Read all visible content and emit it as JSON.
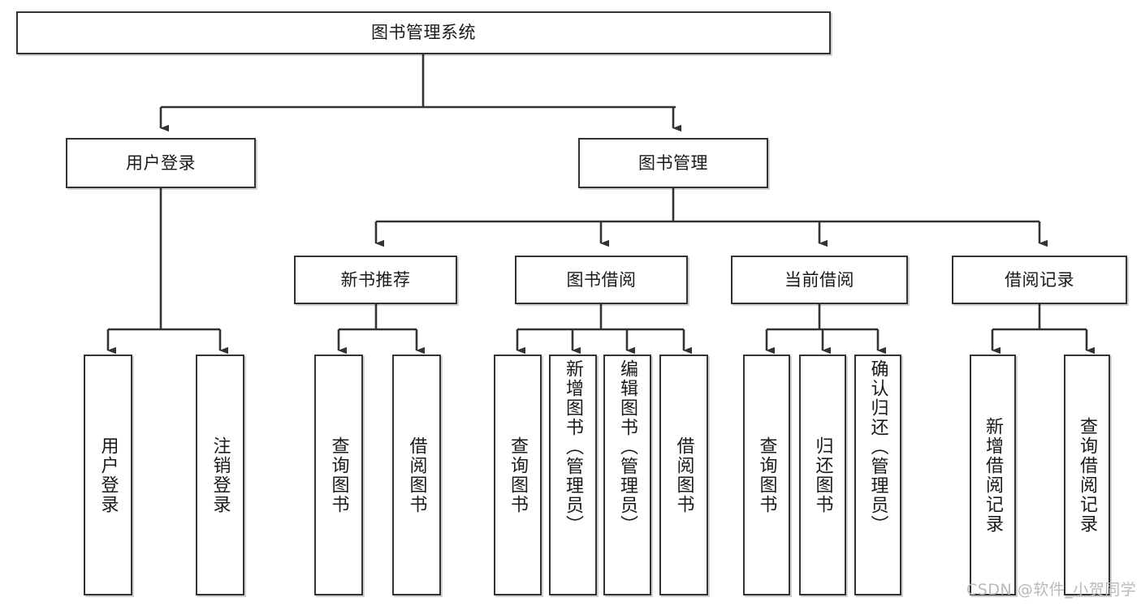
{
  "diagram": {
    "title": "图书管理系统",
    "type": "hierarchy-tree",
    "colors": {
      "box_border": "#333333",
      "box_fill": "#ffffff",
      "line": "#333333",
      "text": "#1a1a1a",
      "watermark": "#b9b9b9"
    },
    "levels": {
      "root": {
        "label": "图书管理系统"
      },
      "level2": [
        {
          "id": "user-login",
          "label": "用户登录"
        },
        {
          "id": "book-manage",
          "label": "图书管理"
        }
      ],
      "level3": [
        {
          "id": "new-book-recommend",
          "label": "新书推荐"
        },
        {
          "id": "book-borrow",
          "label": "图书借阅"
        },
        {
          "id": "current-borrow",
          "label": "当前借阅"
        },
        {
          "id": "borrow-record",
          "label": "借阅记录"
        }
      ],
      "leaves": {
        "user_login": [
          {
            "id": "leaf-user-login",
            "label": "用户登录"
          },
          {
            "id": "leaf-logout-login",
            "label": "注销登录"
          }
        ],
        "new_book_recommend": [
          {
            "id": "leaf-query-book-1",
            "label": "查询图书"
          },
          {
            "id": "leaf-borrow-book-1",
            "label": "借阅图书"
          }
        ],
        "book_borrow": [
          {
            "id": "leaf-query-book-2",
            "label": "查询图书"
          },
          {
            "id": "leaf-add-book",
            "label": "新增图书（管理员）"
          },
          {
            "id": "leaf-edit-book",
            "label": "编辑图书（管理员）"
          },
          {
            "id": "leaf-borrow-book-2",
            "label": "借阅图书"
          }
        ],
        "current_borrow": [
          {
            "id": "leaf-query-book-3",
            "label": "查询图书"
          },
          {
            "id": "leaf-return-book",
            "label": "归还图书"
          },
          {
            "id": "leaf-confirm-return",
            "label": "确认归还（管理员）"
          }
        ],
        "borrow_record": [
          {
            "id": "leaf-add-record",
            "label": "新增借阅记录"
          },
          {
            "id": "leaf-query-record",
            "label": "查询借阅记录"
          }
        ]
      }
    },
    "watermark": "CSDN @软件_小贺同学"
  }
}
